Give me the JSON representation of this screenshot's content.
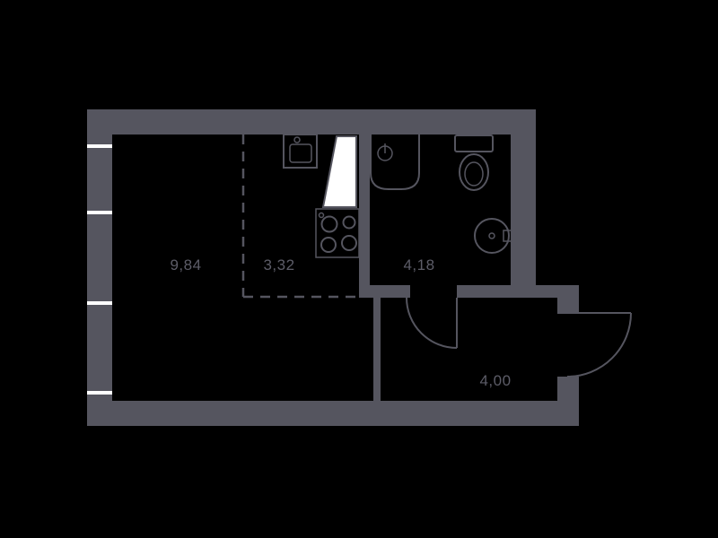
{
  "plan": {
    "rooms": [
      {
        "id": "living-room",
        "area": "9,84"
      },
      {
        "id": "kitchen",
        "area": "3,32"
      },
      {
        "id": "bathroom",
        "area": "4,18"
      },
      {
        "id": "hallway",
        "area": "4,00"
      }
    ]
  },
  "colors": {
    "wall": "#55555f",
    "background": "#000000",
    "shaft": "#ffffff",
    "label": "#5d5d68"
  }
}
